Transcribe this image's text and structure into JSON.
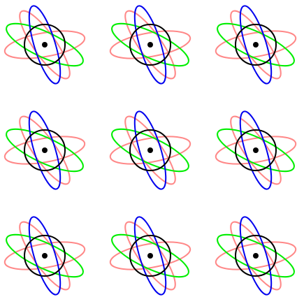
{
  "grid": {
    "rows": 3,
    "cols": 3,
    "item_count": 9,
    "item_kind": "atom-icon"
  },
  "colors": {
    "background": "#ffffff",
    "nucleus_ring": "#000000",
    "nucleus_dot": "#000000",
    "orbit_blue": "#0000ee",
    "orbit_green": "#00ee00",
    "orbit_pink": "#ff8888"
  }
}
